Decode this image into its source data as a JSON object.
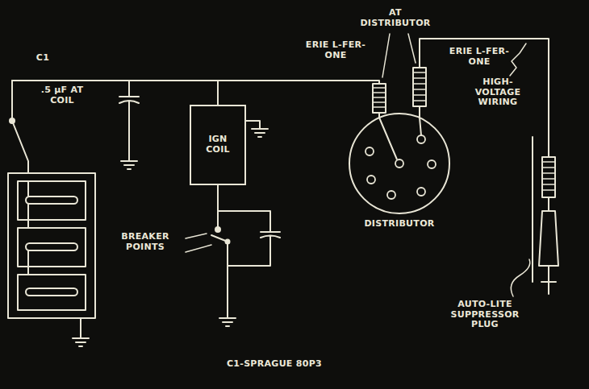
{
  "diagram": {
    "nodes": [
      {
        "text": [
          "IGN COIL"
        ]
      },
      {
        "text": [
          "DISTRIBUTOR"
        ]
      }
    ],
    "edges": [
      {
        "from": 0,
        "to": 1,
        "arrow": "none"
      }
    ],
    "labels": [
      "C1",
      ".5 µF AT COIL",
      "BREAKER POINTS",
      "AT DISTRIBUTOR",
      "ERIE L-FER-ONE",
      "ERIE L-FER-ONE",
      "HIGH-VOLTAGE WIRING",
      "AUTO-LITE SUPPRESSOR PLUG",
      "C1-SPRAGUE 80P3"
    ]
  }
}
